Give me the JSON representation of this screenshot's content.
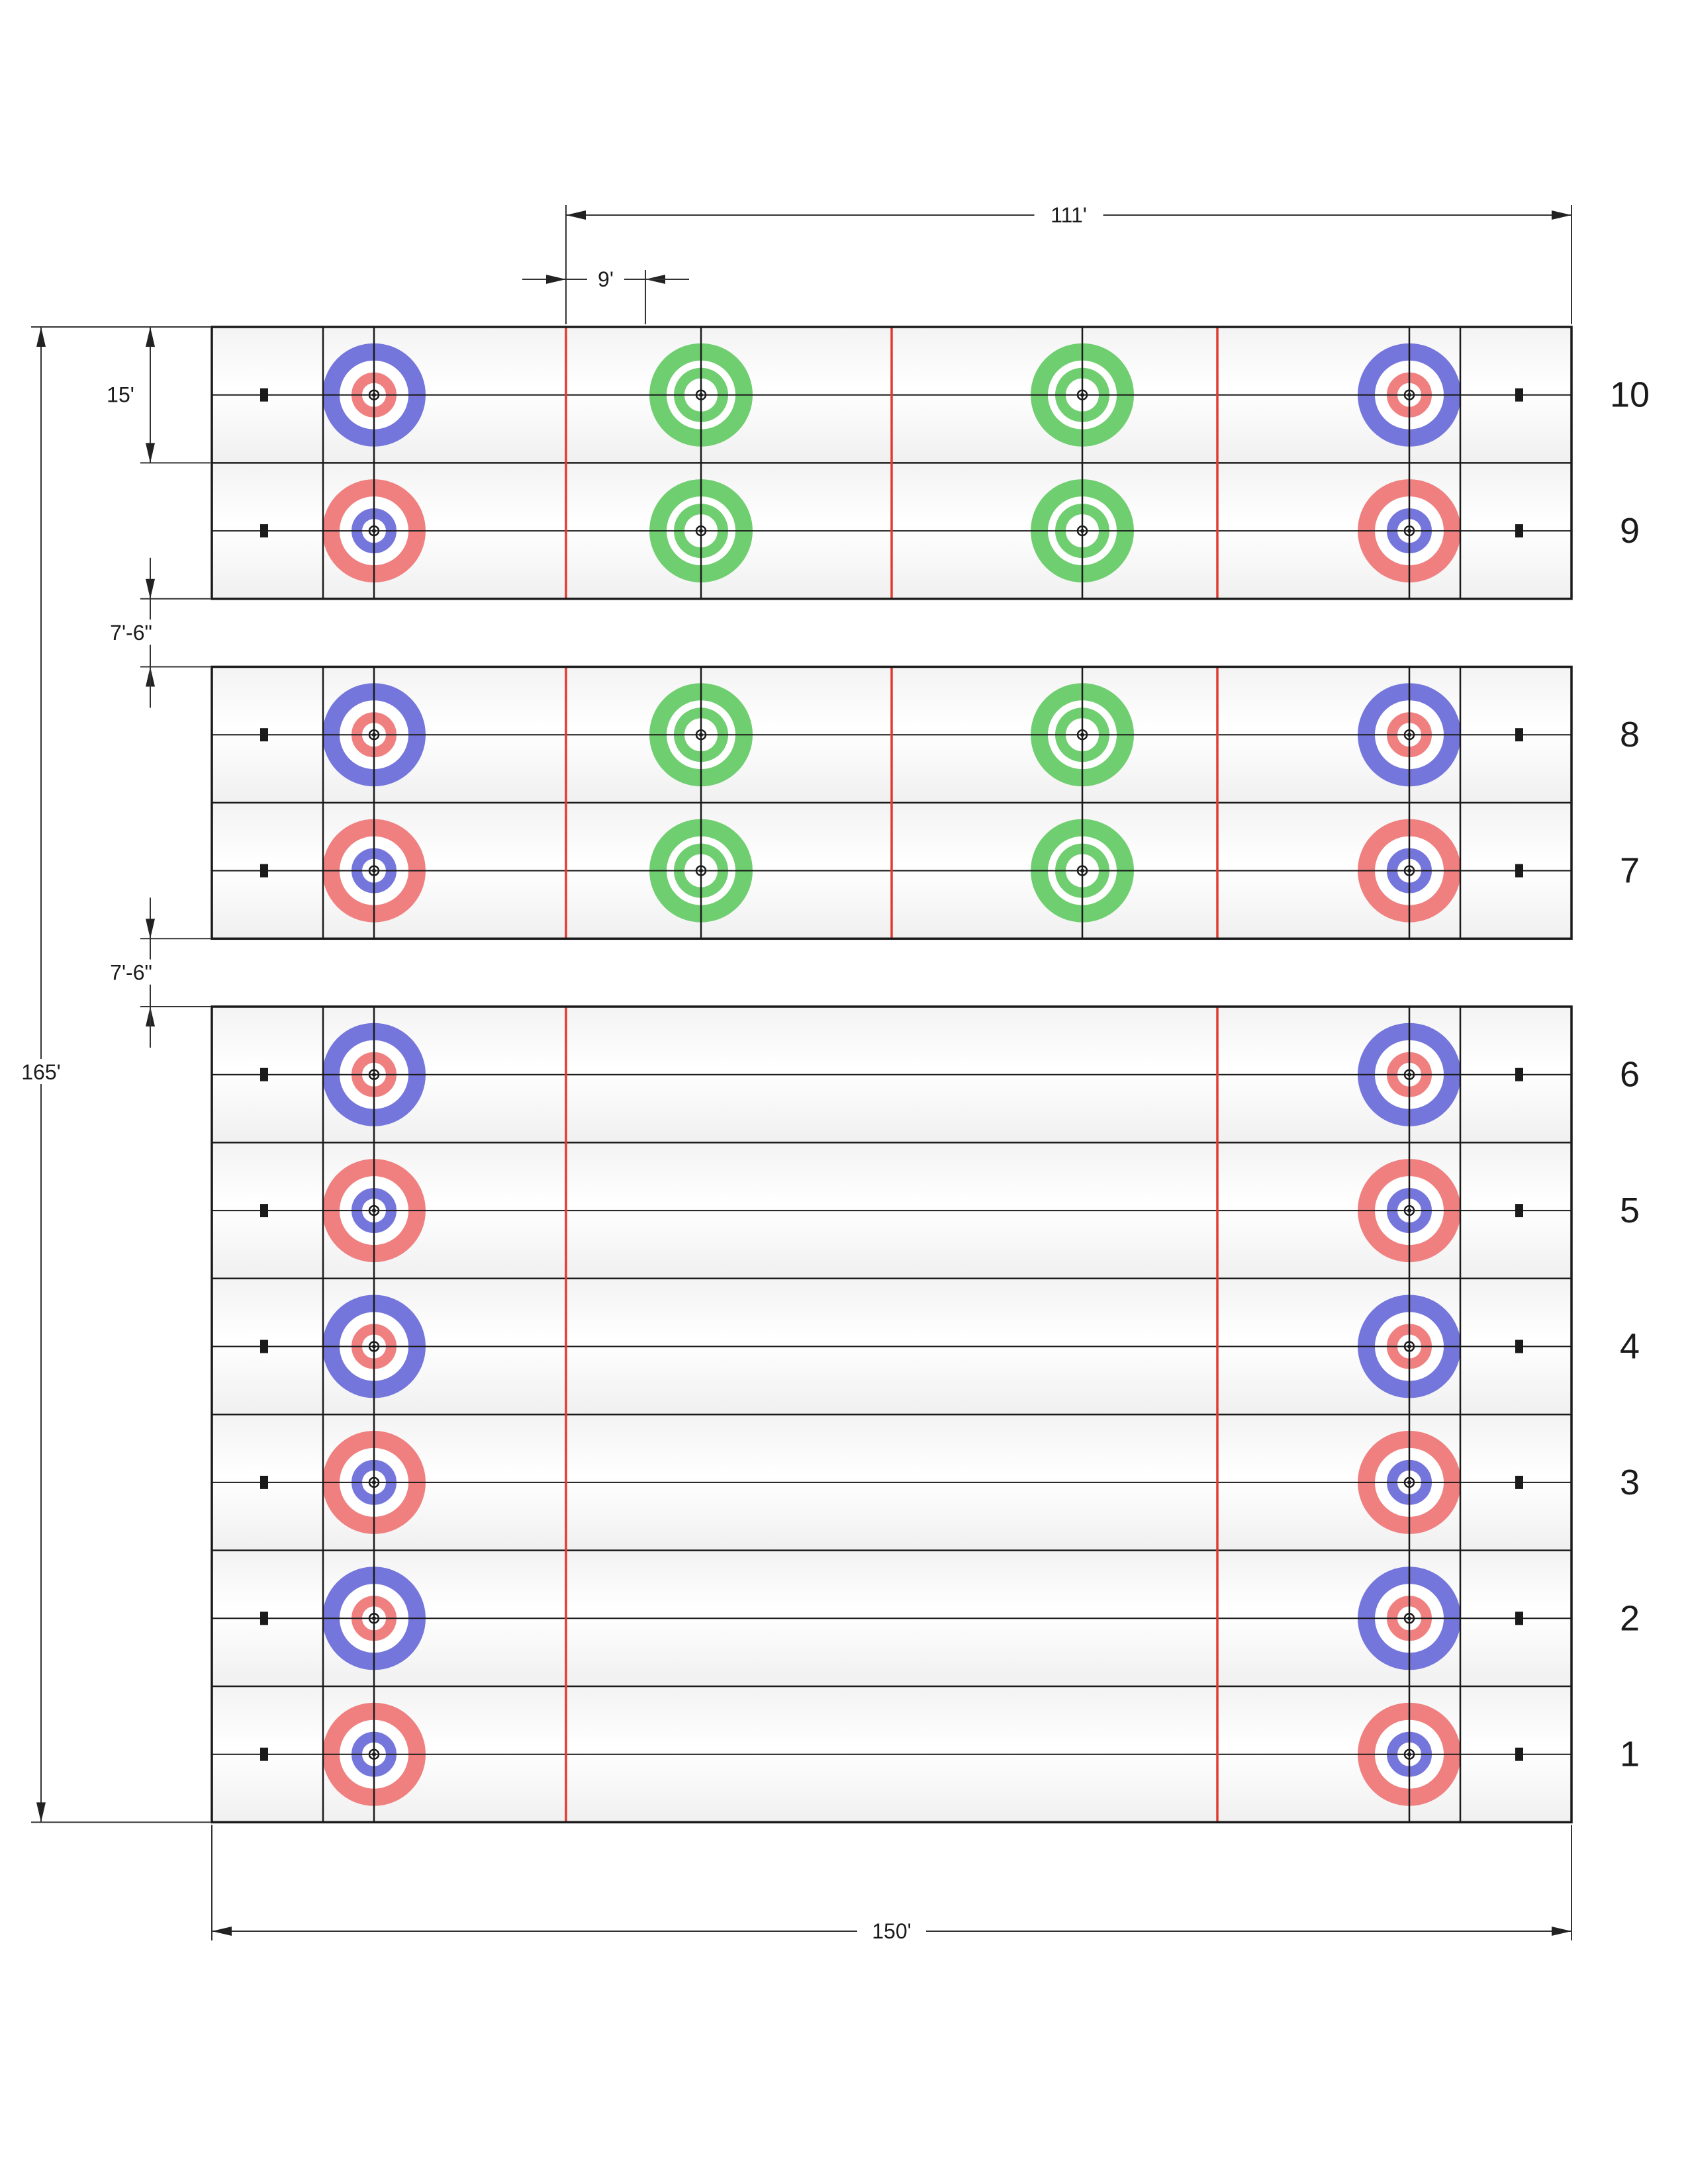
{
  "colors": {
    "blue": "#7476DC",
    "red": "#F08080",
    "green": "#6FCE6F",
    "line_red": "#E23A30",
    "ink": "#1a1a1a"
  },
  "dimensions": {
    "play_length": "111'",
    "hog_offset": "9'",
    "sheet_width": "15'",
    "gap_1": "7'-6\"",
    "gap_2": "7'-6\"",
    "total_height": "165'",
    "total_width": "150'"
  },
  "lanes": [
    {
      "number": "10",
      "house_style": "blue-red",
      "mid_targets": true
    },
    {
      "number": "9",
      "house_style": "red-blue",
      "mid_targets": true
    },
    {
      "number": "8",
      "house_style": "blue-red",
      "mid_targets": true
    },
    {
      "number": "7",
      "house_style": "red-blue",
      "mid_targets": true
    },
    {
      "number": "6",
      "house_style": "blue-red",
      "mid_targets": false
    },
    {
      "number": "5",
      "house_style": "red-blue",
      "mid_targets": false
    },
    {
      "number": "4",
      "house_style": "blue-red",
      "mid_targets": false
    },
    {
      "number": "3",
      "house_style": "red-blue",
      "mid_targets": false
    },
    {
      "number": "2",
      "house_style": "blue-red",
      "mid_targets": false
    },
    {
      "number": "1",
      "house_style": "red-blue",
      "mid_targets": false
    }
  ],
  "groups": [
    {
      "lanes": [
        "10",
        "9"
      ]
    },
    {
      "lanes": [
        "8",
        "7"
      ]
    },
    {
      "lanes": [
        "6",
        "5",
        "4",
        "3",
        "2",
        "1"
      ]
    }
  ]
}
